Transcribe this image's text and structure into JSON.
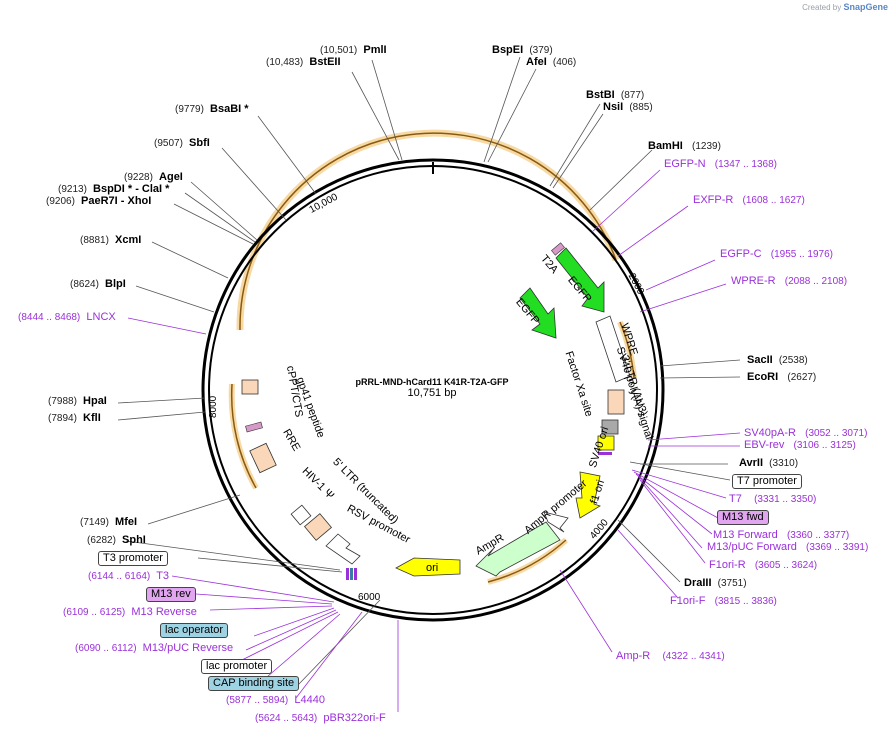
{
  "branding": {
    "created_by": "Created by",
    "product": "SnapGene"
  },
  "plasmid": {
    "name": "pRRL-MND-hCard11 K41R-T2A-GFP",
    "length": "10,751 bp"
  },
  "ticks": [
    "10,000",
    "2000",
    "4000",
    "6000",
    "8000"
  ],
  "enzymes": [
    {
      "pos": "(10,501)",
      "name": "PmlI"
    },
    {
      "pos": "(10,483)",
      "name": "BstEII"
    },
    {
      "pos": "(379)",
      "name": "BspEI"
    },
    {
      "pos": "(406)",
      "name": "AfeI"
    },
    {
      "pos": "(877)",
      "name": "BstBI"
    },
    {
      "pos": "(885)",
      "name": "NsiI"
    },
    {
      "pos": "(1239)",
      "name": "BamHI"
    },
    {
      "pos": "(9779)",
      "name": "BsaBI  *"
    },
    {
      "pos": "(9507)",
      "name": "SbfI"
    },
    {
      "pos": "(9228)",
      "name": "AgeI"
    },
    {
      "pos": "(9213)",
      "name": "BspDI *  - ClaI *"
    },
    {
      "pos": "(9206)",
      "name": "PaeR7I    - XhoI"
    },
    {
      "pos": "(8881)",
      "name": "XcmI"
    },
    {
      "pos": "(8624)",
      "name": "BlpI"
    },
    {
      "pos": "(7988)",
      "name": "HpaI"
    },
    {
      "pos": "(7894)",
      "name": "KflI"
    },
    {
      "pos": "(7149)",
      "name": "MfeI"
    },
    {
      "pos": "(6282)",
      "name": "SphI"
    },
    {
      "pos": "(2538)",
      "name": "SacII"
    },
    {
      "pos": "(2627)",
      "name": "EcoRI"
    },
    {
      "pos": "(3310)",
      "name": "AvrII"
    },
    {
      "pos": "(3751)",
      "name": "DraIII"
    }
  ],
  "primers": [
    {
      "name": "EGFP-N",
      "pos": "(1347 .. 1368)"
    },
    {
      "name": "EXFP-R",
      "pos": "(1608 .. 1627)"
    },
    {
      "name": "EGFP-C",
      "pos": "(1955 .. 1976)"
    },
    {
      "name": "WPRE-R",
      "pos": "(2088 .. 2108)"
    },
    {
      "name": "LNCX",
      "pos": "(8444 .. 8468)"
    },
    {
      "name": "SV40pA-R",
      "pos": "(3052 .. 3071)"
    },
    {
      "name": "EBV-rev",
      "pos": "(3106 .. 3125)"
    },
    {
      "name": "T7",
      "pos": "(3331 .. 3350)"
    },
    {
      "name": "M13 Forward",
      "pos": "(3360 .. 3377)"
    },
    {
      "name": "M13/pUC Forward",
      "pos": "(3369 .. 3391)"
    },
    {
      "name": "F1ori-R",
      "pos": "(3605 .. 3624)"
    },
    {
      "name": "F1ori-F",
      "pos": "(3815 .. 3836)"
    },
    {
      "name": "Amp-R",
      "pos": "(4322 .. 4341)"
    },
    {
      "name": "T3",
      "pos": "(6144 .. 6164)"
    },
    {
      "name": "M13 Reverse",
      "pos": "(6109 .. 6125)"
    },
    {
      "name": "M13/pUC Reverse",
      "pos": "(6090 .. 6112)"
    },
    {
      "name": "L4440",
      "pos": "(5877 .. 5894)"
    },
    {
      "name": "pBR322ori-F",
      "pos": "(5624 .. 5643)"
    }
  ],
  "boxes": {
    "t7_promoter": "T7 promoter",
    "m13_fwd": "M13 fwd",
    "t3_promoter": "T3 promoter",
    "m13_rev": "M13 rev",
    "lac_operator": "lac operator",
    "lac_promoter": "lac promoter",
    "cap_site": "CAP binding site"
  },
  "features": {
    "t2a": "T2A",
    "egfp1": "EGFP",
    "egfp2": "EGFP",
    "wpre": "WPRE",
    "ltr3": "3' LTR (ΔU3)",
    "sv40pa": "SV40 poly(A) signal",
    "factor_xa": "Factor Xa site",
    "sv40ori": "SV40 ori",
    "f1ori": "f1 ori",
    "amp_promoter": "AmpR promoter",
    "ampr": "AmpR",
    "ori": "ori",
    "rsv": "RSV promoter",
    "ltr5": "5' LTR (truncated)",
    "hiv_psi": "HIV-1 Ψ",
    "rre": "RRE",
    "gp41": "gp41 peptide",
    "cppt": "cPPT/CTS"
  },
  "colors": {
    "egfp": "#22dd22",
    "ori": "#ffff00",
    "primer": "#9b30d9",
    "ampr": "#ccffcc",
    "box_purple": "#e2a6f0",
    "box_blue": "#9ed3e4",
    "orf": "#f5b45a"
  }
}
